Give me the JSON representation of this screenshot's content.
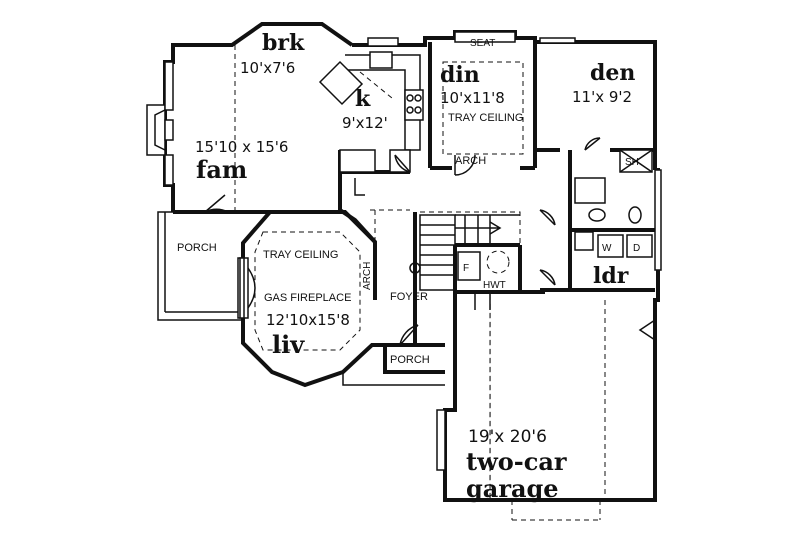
{
  "rooms": {
    "brk": {
      "name": "brk",
      "dims": "10'x7'6"
    },
    "k": {
      "name": "k",
      "dims": "9'x12'"
    },
    "din": {
      "name": "din",
      "dims": "10'x11'8"
    },
    "den": {
      "name": "den",
      "dims": "11'x 9'2"
    },
    "fam": {
      "name": "fam",
      "dims": "15'10 x 15'6"
    },
    "liv": {
      "name": "liv",
      "dims": "12'10x15'8"
    },
    "ldr": {
      "name": "ldr"
    },
    "garage": {
      "name_line1": "two-car",
      "name_line2": "garage",
      "dims": "19'x 20'6"
    }
  },
  "labels": {
    "seat": "SEAT",
    "tray_ceiling_din": "TRAY CEILING",
    "arch_din": "ARCH",
    "tray_ceiling_liv": "TRAY CEILING",
    "gas_fireplace": "GAS FIREPLACE",
    "arch_liv": "ARCH",
    "foyer": "FOYER",
    "porch_left": "PORCH",
    "porch_front": "PORCH",
    "sh": "SH",
    "w": "W",
    "d": "D",
    "f": "F",
    "hwt": "HWT"
  }
}
